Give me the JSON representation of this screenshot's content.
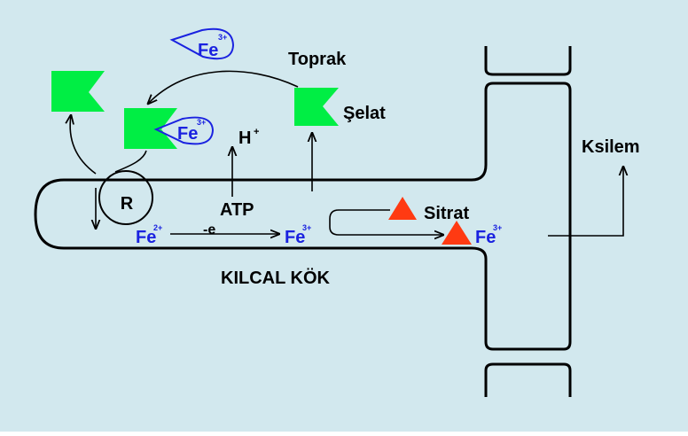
{
  "colors": {
    "background": "#d2e8ee",
    "chelate_green": "#00ee44",
    "iron_blue": "#1a22e0",
    "citrate_red": "#ff3a12",
    "line": "#000000"
  },
  "labels": {
    "soil": "Toprak",
    "chelate": "Şelat",
    "proton": "H",
    "proton_charge": "+",
    "atp": "ATP",
    "electron": "-e",
    "citrate": "Sitrat",
    "xylem": "Ksilem",
    "root_hair": "KILCAL KÖK",
    "reductase": "R"
  },
  "iron": {
    "symbol": "Fe",
    "ferric_charge": "3+",
    "ferrous_charge": "2+"
  },
  "icons": [
    "chelate-shape",
    "iron-drop-shape",
    "citrate-triangle",
    "reductase-circle",
    "arrow"
  ]
}
